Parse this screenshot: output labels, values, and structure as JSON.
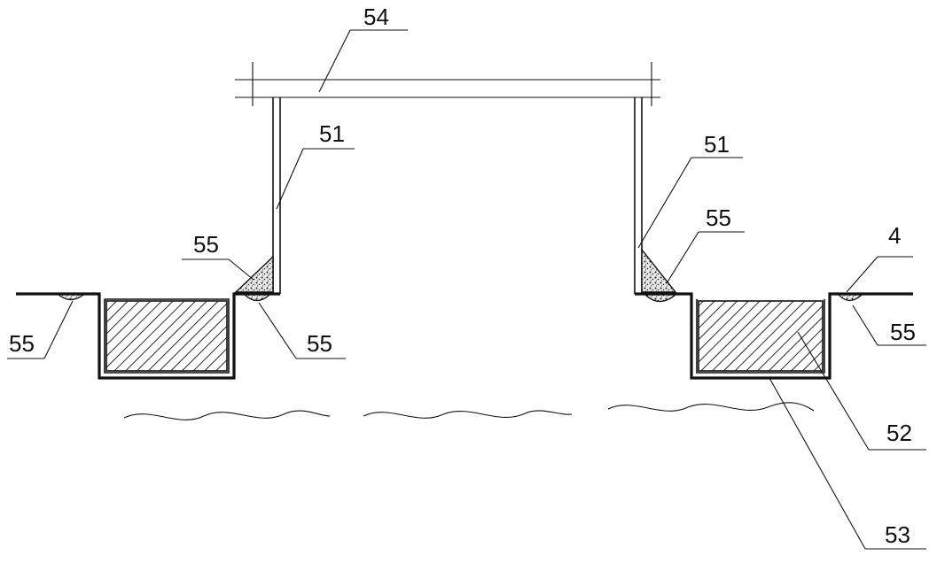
{
  "diagram": {
    "labels": {
      "frame_top": "54",
      "post_left": "51",
      "post_right": "51",
      "filler_left_upper": "55",
      "filler_left_outer": "55",
      "filler_left_inner": "55",
      "filler_right_upper": "55",
      "filler_right_outer": "55",
      "membrane": "4",
      "block_fill": "52",
      "trough_base": "53"
    },
    "colors": {
      "line": "#111111",
      "background": "#ffffff"
    }
  }
}
